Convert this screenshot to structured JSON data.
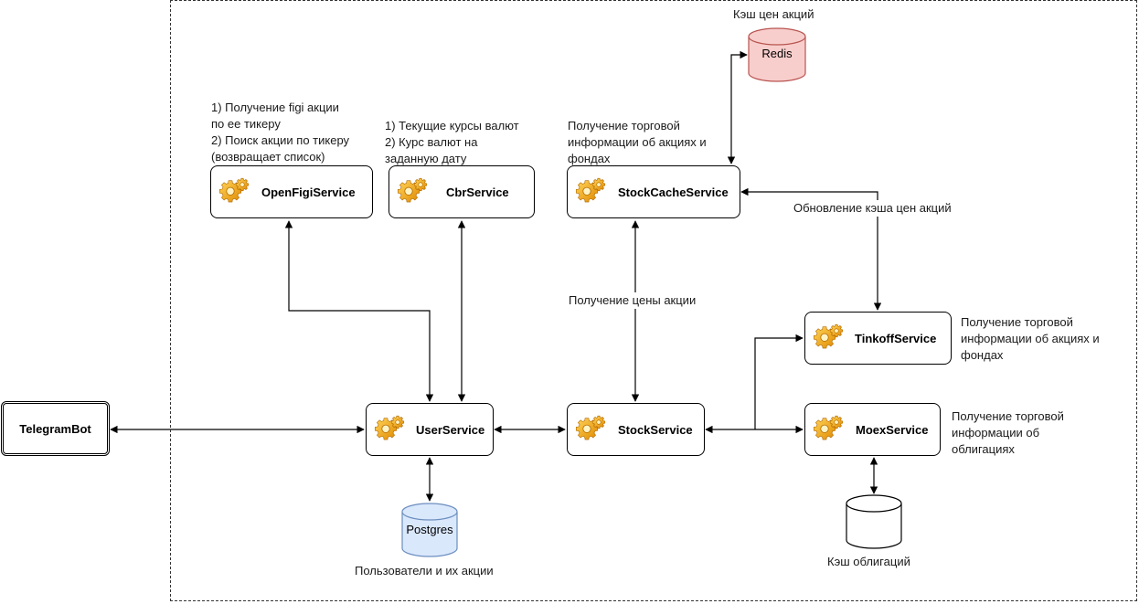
{
  "services": {
    "openfigi": "OpenFigiService",
    "cbr": "CbrService",
    "stockcache": "StockCacheService",
    "tinkoff": "TinkoffService",
    "user": "UserService",
    "stock": "StockService",
    "moex": "MoexService"
  },
  "telegram_bot": "TelegramBot",
  "databases": {
    "redis": "Redis",
    "postgres": "Postgres",
    "bond_cache": ""
  },
  "notes": {
    "redis_caption": "Кэш цен акций",
    "openfigi_desc": "1) Получение figi акции\nпо ее тикеру\n2) Поиск акции по тикеру\n(возвращает список)",
    "cbr_desc": "1) Текущие курсы валют\n2) Курс валют на\nзаданную дату",
    "stockcache_desc": "Получение торговой\nинформации об акциях и\nфондах",
    "cache_update": "Обновление кэша цен акций",
    "price_get": "Получение цены акции",
    "tinkoff_desc": "Получение торговой\nинформации об акциях и\nфондах",
    "moex_desc": "Получение торговой\nинформации об\nоблигациях",
    "postgres_caption": "Пользователи и их акции",
    "bond_cache_caption": "Кэш облигаций"
  },
  "colors": {
    "redis_fill": "#f8cecc",
    "redis_stroke": "#b85450",
    "postgres_fill": "#dae8fc",
    "postgres_stroke": "#6c8ebf",
    "gear": "#f5a623"
  }
}
